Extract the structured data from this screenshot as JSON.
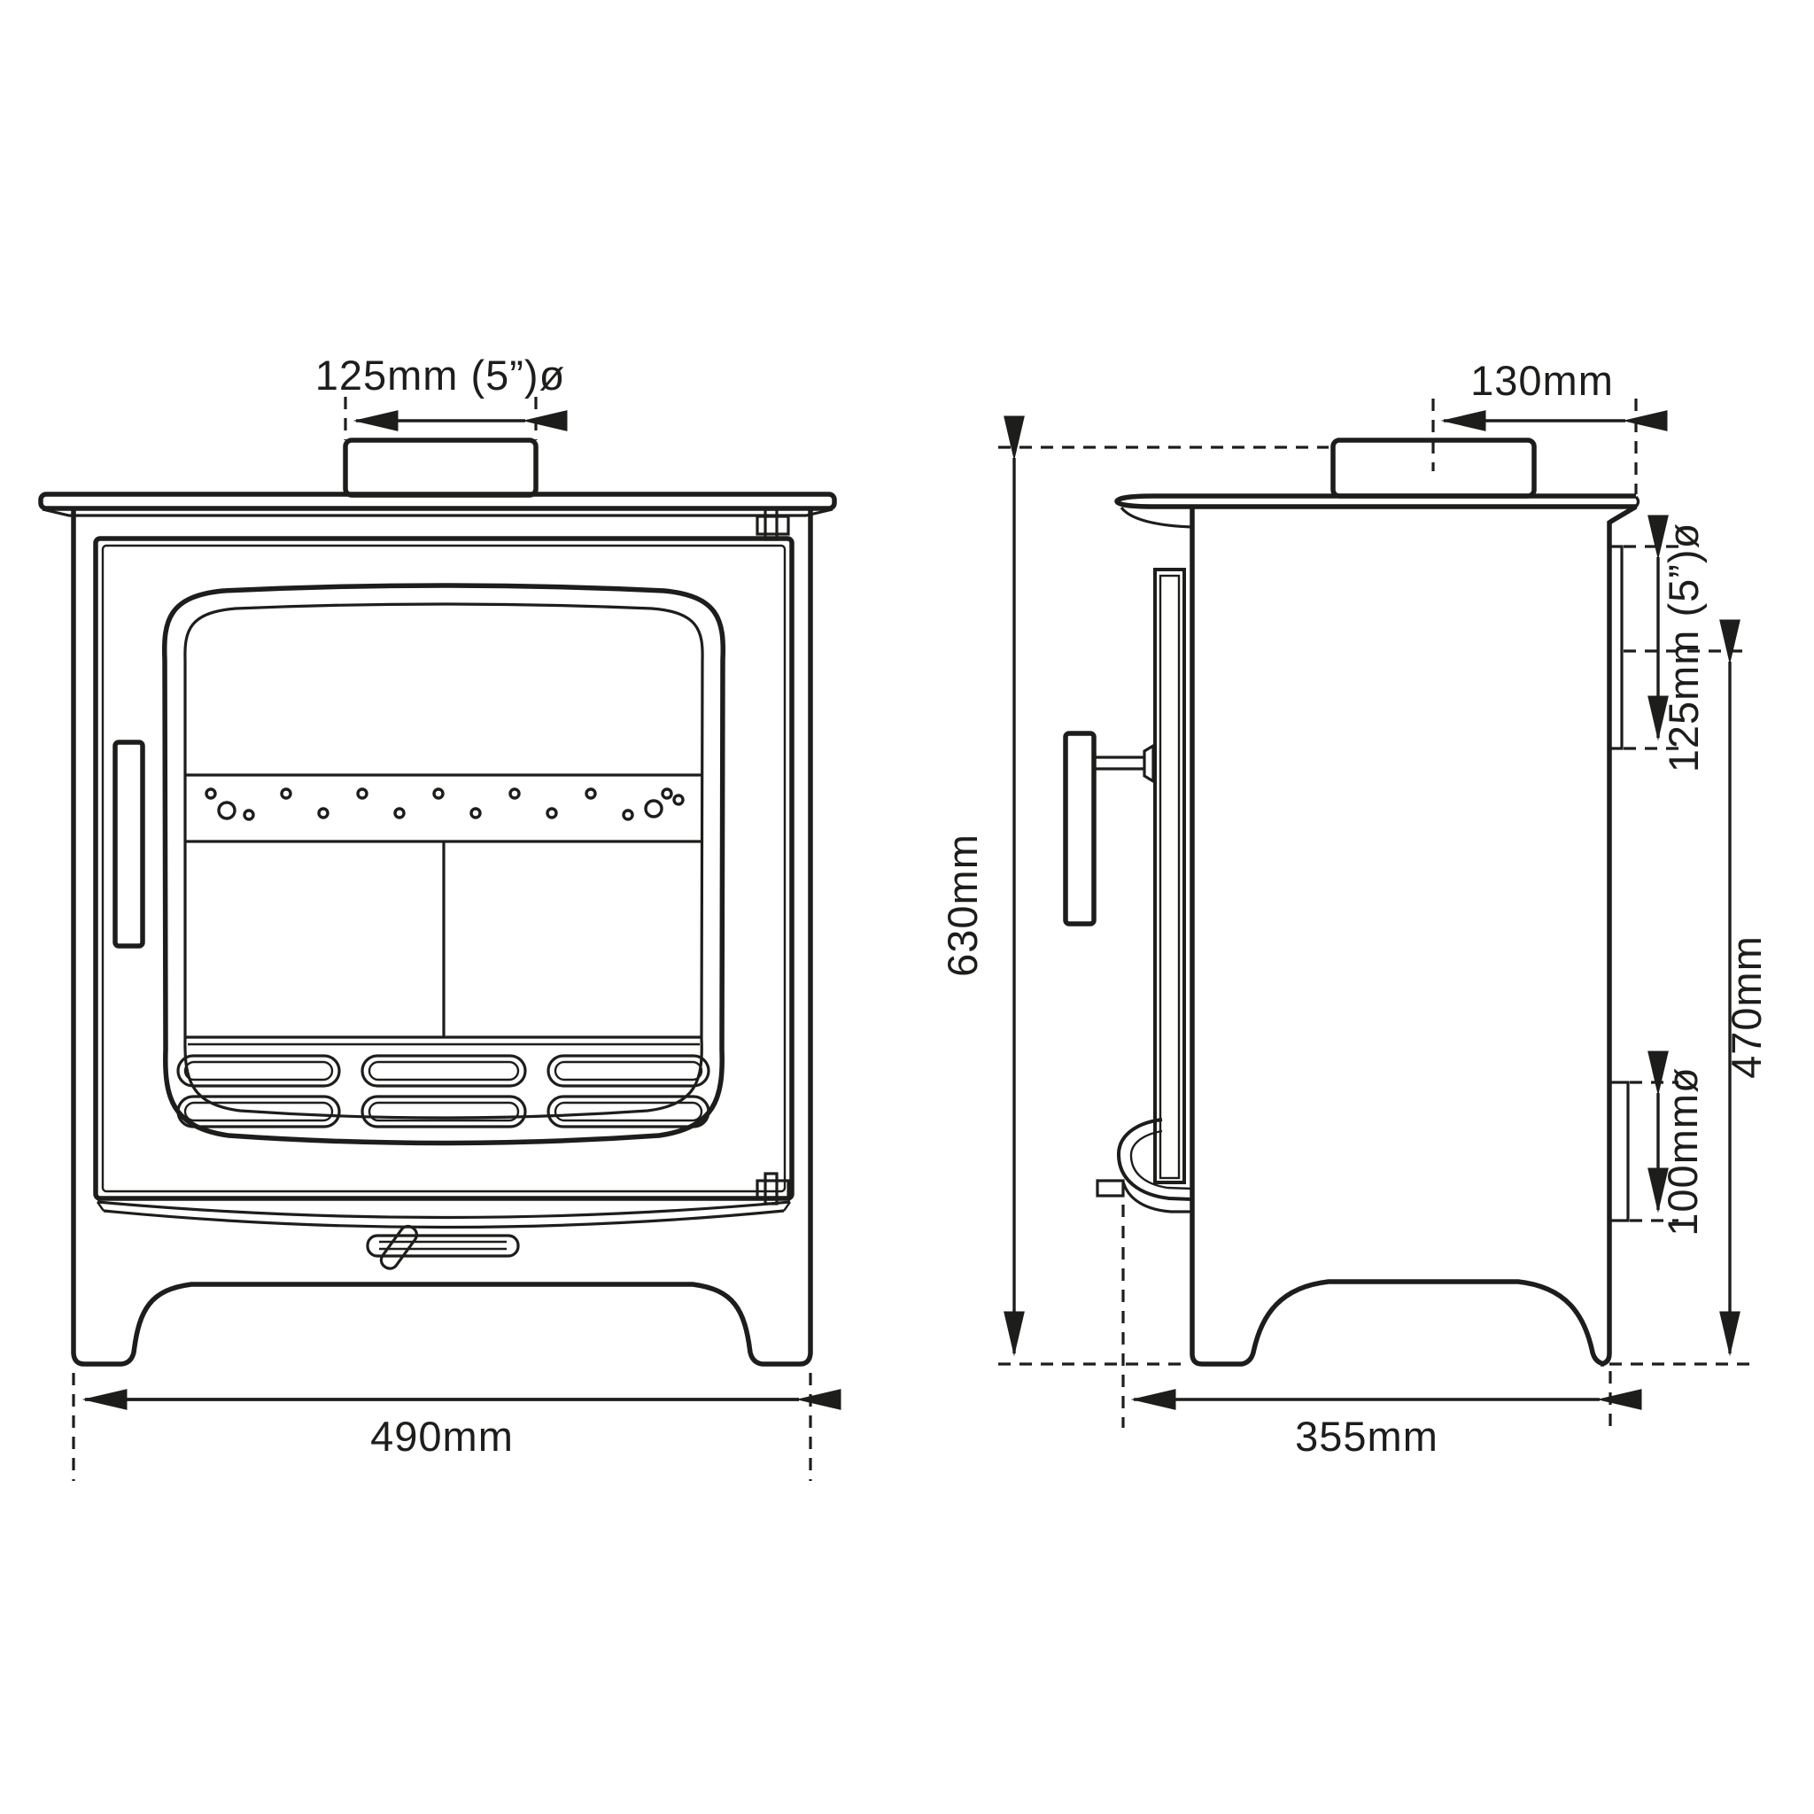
{
  "diagram": {
    "type": "technical-dimension-drawing",
    "subject": "wood-burning stove, front and side elevations",
    "colors": {
      "line": "#1d1d1b",
      "background": "#ffffff"
    },
    "views": {
      "front": {
        "label": "front-elevation",
        "dimensions": {
          "flue_collar_width": "125mm (5”)ø",
          "overall_width": "490mm"
        }
      },
      "side": {
        "label": "side-elevation",
        "dimensions": {
          "flue_centre_from_back": "130mm",
          "overall_height": "630mm",
          "rear_flue_outlet": "125mm (5”)ø",
          "rear_flue_centre_height": "470mm",
          "rear_lower_outlet": "100mmø",
          "overall_depth": "355mm"
        }
      }
    }
  }
}
